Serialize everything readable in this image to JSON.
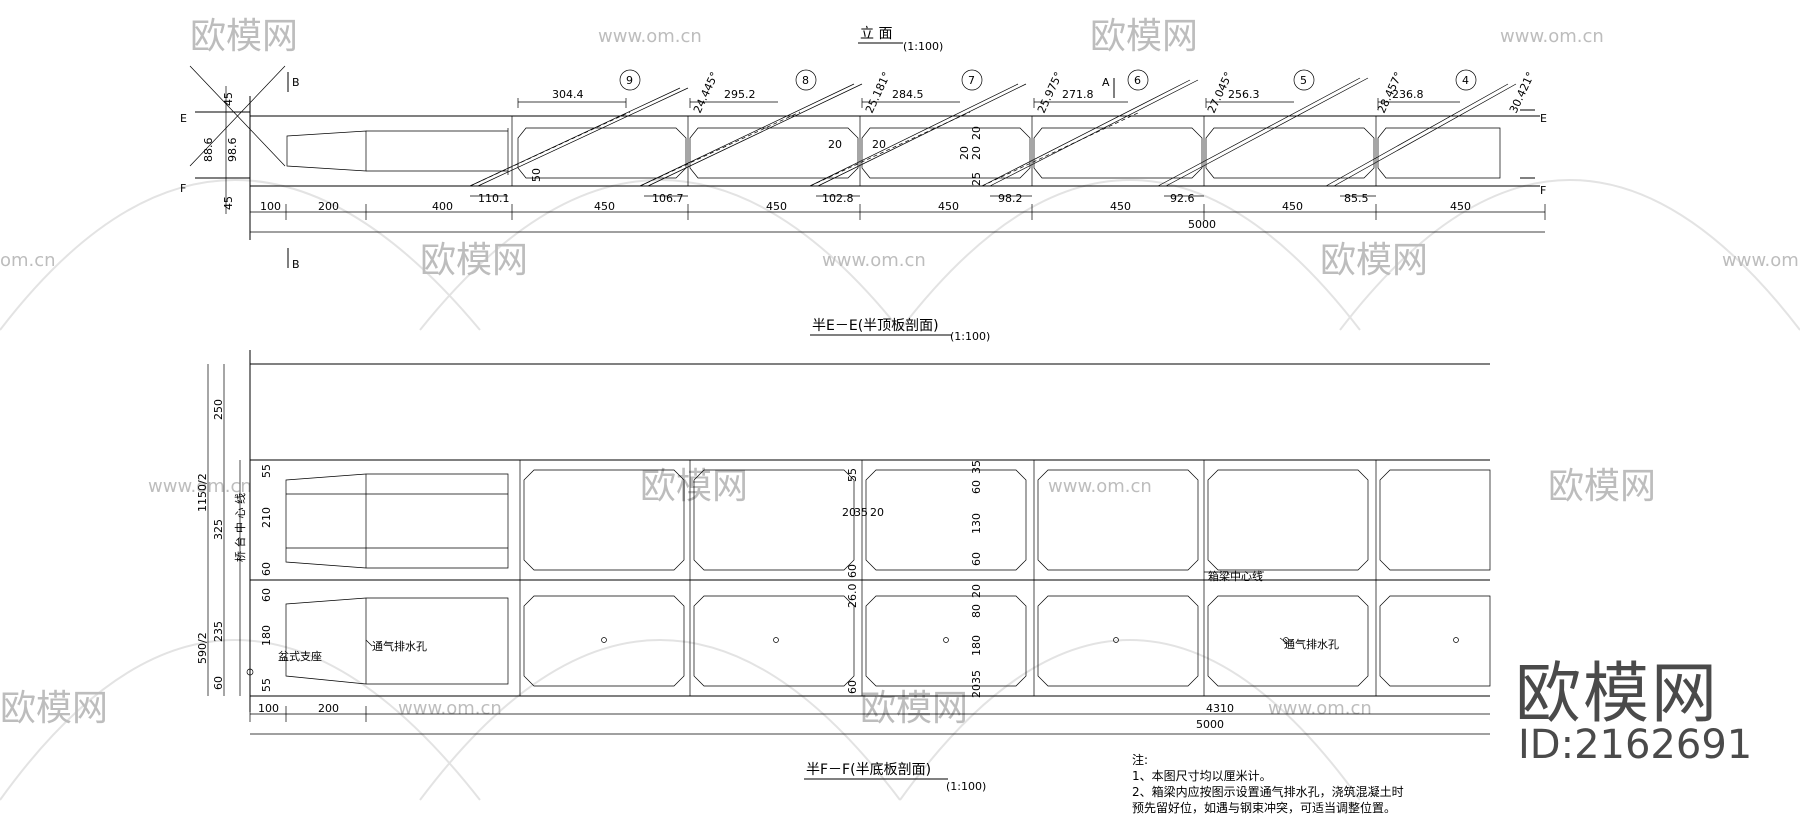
{
  "titles": {
    "elevation": "立  面",
    "elevation_scale": "(1:100)",
    "top_section": "半E－E(半顶板剖面)",
    "top_scale": "(1:100)",
    "bottom_section": "半F－F(半底板剖面)",
    "bottom_scale": "(1:100)"
  },
  "section_marks": {
    "b_top": "B",
    "b_bottom": "B",
    "e_left": "E",
    "f_left": "F",
    "e_right": "E",
    "f_right": "F",
    "a": "A"
  },
  "cable_numbers": [
    "9",
    "8",
    "7",
    "6",
    "5",
    "4"
  ],
  "top_spacings": [
    "304.4",
    "295.2",
    "284.5",
    "271.8",
    "256.3",
    "236.8"
  ],
  "angles": [
    "24.445°",
    "25.181°",
    "25.975°",
    "27.045°",
    "28.457°",
    "30.421°"
  ],
  "lower_offsets": [
    "110.1",
    "106.7",
    "102.8",
    "98.2",
    "92.6",
    "85.5"
  ],
  "elev_bottom_dims": [
    "100",
    "200",
    "400",
    "450",
    "450",
    "450",
    "450",
    "450",
    "450"
  ],
  "elev_total": "5000",
  "elev_left_dims": [
    "45",
    "88.6",
    "98.6",
    "45"
  ],
  "elev_misc": {
    "d50": "50",
    "d20a": "20",
    "d20b": "20",
    "d20c": "20",
    "d20d": "20",
    "d20e": "20",
    "d25": "25"
  },
  "plan_left_outer": [
    "1150/2",
    "590/2"
  ],
  "plan_left_mid": [
    "250",
    "325",
    "235",
    "60"
  ],
  "plan_left_inner": [
    "55",
    "210",
    "60",
    "60",
    "180",
    "55"
  ],
  "plan_mid_a": [
    "55",
    "20",
    "35",
    "20",
    "60",
    "26.0",
    "60"
  ],
  "plan_mid_b": [
    "60",
    "35",
    "130",
    "60",
    "20",
    "80",
    "180",
    "35",
    "20"
  ],
  "plan_labels": {
    "centerline": "箱梁中心线",
    "vent_left": "通气排水孔",
    "vent_right": "通气排水孔",
    "bearing": "盆式支座",
    "axis_text": "桥 台 中 心 线"
  },
  "plan_bottom_dims": [
    "100",
    "200"
  ],
  "plan_total_inner": "4310",
  "plan_total": "5000",
  "notes": {
    "heading": "注:",
    "items": [
      "1、本图尺寸均以厘米计。",
      "2、箱梁内应按图示设置通气排水孔，浇筑混凝土时",
      "   预先留好位，如遇与钢束冲突，可适当调整位置。"
    ]
  },
  "brand": {
    "name": "欧模网",
    "id": "ID:2162691"
  },
  "watermark": {
    "logo": "欧模网",
    "url": "www.om.cn",
    "url_short": "om.cn"
  }
}
